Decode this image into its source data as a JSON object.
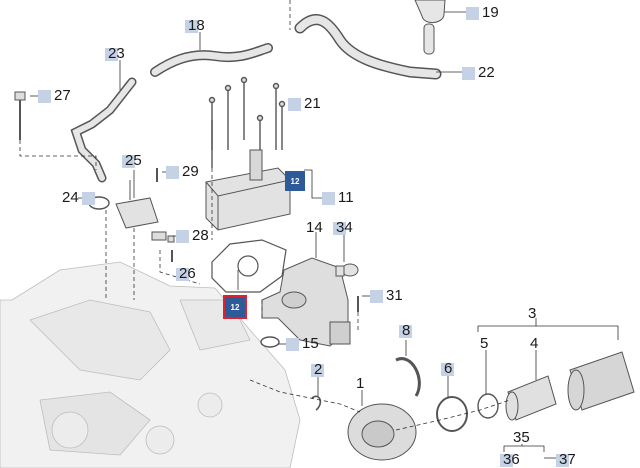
{
  "callouts": [
    {
      "id": "18",
      "label": "18"
    },
    {
      "id": "19",
      "label": "19"
    },
    {
      "id": "22",
      "label": "22"
    },
    {
      "id": "23",
      "label": "23"
    },
    {
      "id": "27",
      "label": "27"
    },
    {
      "id": "21",
      "label": "21"
    },
    {
      "id": "25",
      "label": "25"
    },
    {
      "id": "29",
      "label": "29"
    },
    {
      "id": "24",
      "label": "24"
    },
    {
      "id": "11",
      "label": "11"
    },
    {
      "id": "14",
      "label": "14"
    },
    {
      "id": "34",
      "label": "34"
    },
    {
      "id": "28",
      "label": "28"
    },
    {
      "id": "26",
      "label": "26"
    },
    {
      "id": "31",
      "label": "31"
    },
    {
      "id": "15",
      "label": "15"
    },
    {
      "id": "8",
      "label": "8"
    },
    {
      "id": "3",
      "label": "3"
    },
    {
      "id": "5",
      "label": "5"
    },
    {
      "id": "4",
      "label": "4"
    },
    {
      "id": "6",
      "label": "6"
    },
    {
      "id": "2",
      "label": "2"
    },
    {
      "id": "1",
      "label": "1"
    },
    {
      "id": "35",
      "label": "35"
    },
    {
      "id": "36",
      "label": "36"
    },
    {
      "id": "37",
      "label": "37"
    }
  ],
  "badges": [
    {
      "label": "12",
      "color": "#2f5a9a"
    },
    {
      "label": "12",
      "color": "#2f5a9a",
      "outline": "#e0202a"
    }
  ],
  "colors": {
    "callout_tag": "#c5d2e6",
    "line": "#333333",
    "part_fill": "#e6e6e6",
    "part_stroke": "#555555"
  }
}
